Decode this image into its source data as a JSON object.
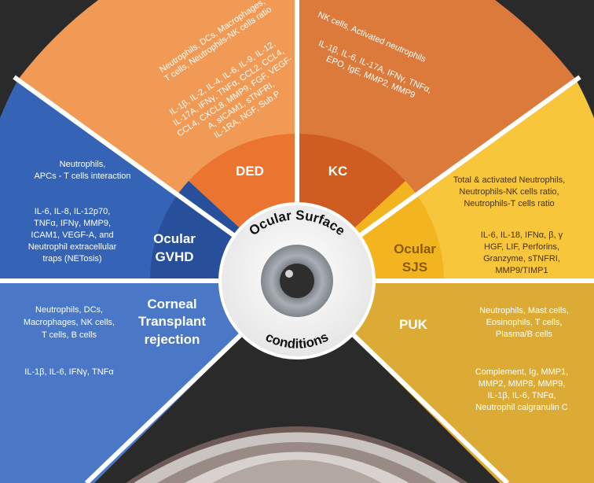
{
  "center": {
    "top": "Ocular Surface",
    "bottom": "conditions"
  },
  "sectors": {
    "ded": {
      "name": "DED",
      "cells": [
        "Neutrophils, DCs, Macrophages,",
        "T cells, Neutrophils-NK cells ratio"
      ],
      "mediators": [
        "IL-1β, IL-2, IL-4, IL-6, IL-9, IL-12,",
        "IL-17A, IFNγ, TNFα, CCL2, CCL4,",
        "CCL4, CXCL8, MMP9, FGF, VEGF-",
        "A, sICAM1, sTNFRI,",
        "IL-1RA, NGF, Sub.P"
      ],
      "color": "#e8813a"
    },
    "kc": {
      "name": "KC",
      "cells": [
        "NK cells, Activated neutrophils"
      ],
      "mediators": [
        "IL-1β, IL-6, IL-17A, IFNγ, TNFα,",
        "EPO, IgE, MMP2, MMP9"
      ],
      "color": "#d8692a"
    },
    "gvhd": {
      "name": [
        "Ocular",
        "GVHD"
      ],
      "cells": [
        "Neutrophils,",
        "APCs - T cells interaction"
      ],
      "mediators": [
        "IL-6, IL-8, IL-12p70,",
        "TNFα, IFNγ, MMP9,",
        "ICAM1, VEGF-A, and",
        "Neutrophil extracellular",
        "traps (NETosis)"
      ],
      "color": "#2f56a6"
    },
    "corneal": {
      "name": [
        "Corneal",
        "Transplant",
        "rejection"
      ],
      "cells": [
        "Neutrophils, DCs,",
        "Macrophages, NK cells,",
        "T cells, B cells"
      ],
      "mediators": [
        "IL-1β, IL-6, IFNγ, TNFα"
      ],
      "color": "#4a78c6"
    },
    "sjs": {
      "name": [
        "Ocular",
        "SJS"
      ],
      "cells": [
        "Total & activated Neutrophils,",
        "Neutrophils-NK cells ratio,",
        "Neutrophils-T cells ratio"
      ],
      "mediators": [
        "IL-6, IL-18, IFNα, β, γ",
        "HGF, LIF, Perforins,",
        "Granzyme, sTNFRI,",
        "MMP9/TIMP1"
      ],
      "color": "#f6c232"
    },
    "puk": {
      "name": "PUK",
      "cells": [
        "Neutrophils,  Mast cells,",
        "Eosinophils, T cells,",
        "Plasma/B cells"
      ],
      "mediators": [
        "Complement, Ig, MMP1,",
        "MMP2, MMP8, MMP9,",
        "IL-1β, IL-6, TNFα,",
        "Neutrophil calgranulin C"
      ],
      "color": "#d9a229"
    }
  }
}
